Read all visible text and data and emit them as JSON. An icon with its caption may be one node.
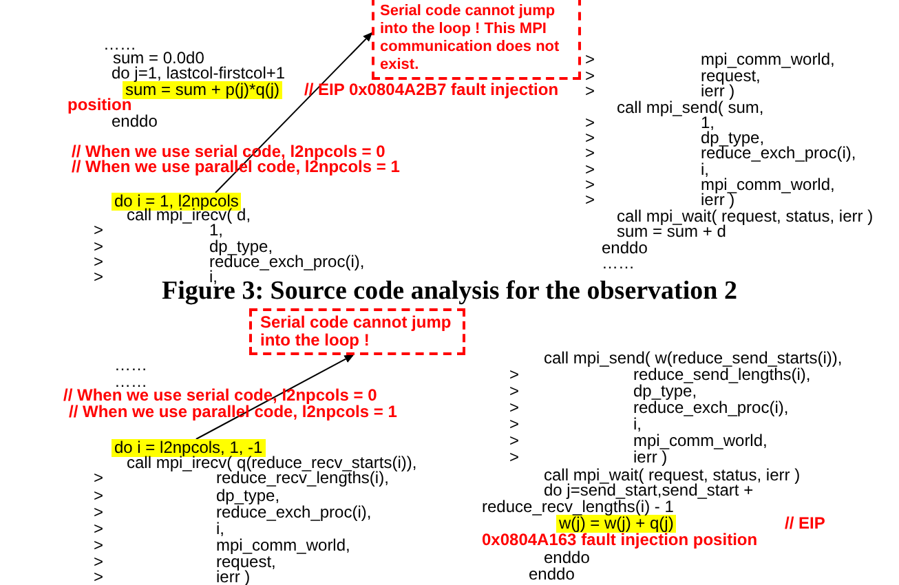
{
  "diagram": {
    "caption": "Figure 3: Source code analysis for the observation 2",
    "nodes": [
      {
        "text": [
          "Serial code cannot jump into the loop ! This MPI communication does not exist."
        ]
      },
      {
        "text": [
          "do i = 1, l2npcols"
        ]
      },
      {
        "text": [
          "Serial code cannot jump into the loop !"
        ]
      },
      {
        "text": [
          "do i = l2npcols, 1, -1"
        ]
      },
      {
        "text": [
          "sum = sum + p(j)*q(j)"
        ]
      },
      {
        "text": [
          "w(j) = w(j) + q(j)"
        ]
      }
    ],
    "edges": [
      {
        "from": 1,
        "to": 0,
        "arrow": "to"
      },
      {
        "from": 3,
        "to": 2,
        "arrow": "to"
      }
    ],
    "labels": [
      "……",
      "sum = 0.0d0",
      "do j=1, lastcol-firstcol+1",
      "// EIP 0x0804A2B7 fault injection",
      "position",
      "enddo",
      "// When we use serial code, l2npcols = 0",
      "// When we use parallel code, l2npcols = 1",
      "call mpi_irecv( d,",
      ">",
      "1,",
      ">",
      "dp_type,",
      ">",
      "reduce_exch_proc(i),",
      ">",
      "i,",
      ">",
      "mpi_comm_world,",
      ">",
      "request,",
      ">",
      "ierr )",
      "call mpi_send(  sum,",
      ">",
      "1,",
      ">",
      "dp_type,",
      ">",
      "reduce_exch_proc(i),",
      ">",
      "i,",
      ">",
      "mpi_comm_world,",
      ">",
      "ierr )",
      "call mpi_wait( request, status, ierr )",
      "sum = sum + d",
      "enddo",
      "……",
      "……",
      "……",
      "// When we use serial code, l2npcols = 0",
      "// When we use parallel code, l2npcols = 1",
      "call mpi_irecv( q(reduce_recv_starts(i)),",
      ">",
      "reduce_recv_lengths(i),",
      ">",
      "dp_type,",
      ">",
      "reduce_exch_proc(i),",
      ">",
      "i,",
      ">",
      "mpi_comm_world,",
      ">",
      "request,",
      ">",
      "ierr )",
      "call mpi_send(  w(reduce_send_starts(i)),",
      ">",
      "reduce_send_lengths(i),",
      ">",
      "dp_type,",
      ">",
      "reduce_exch_proc(i),",
      ">",
      "i,",
      ">",
      "mpi_comm_world,",
      ">",
      "ierr )",
      "call mpi_wait( request, status, ierr )",
      "do j=send_start,send_start +",
      "reduce_recv_lengths(i) - 1",
      "// EIP",
      "0x0804A163 fault injection position",
      "enddo",
      "enddo"
    ]
  }
}
